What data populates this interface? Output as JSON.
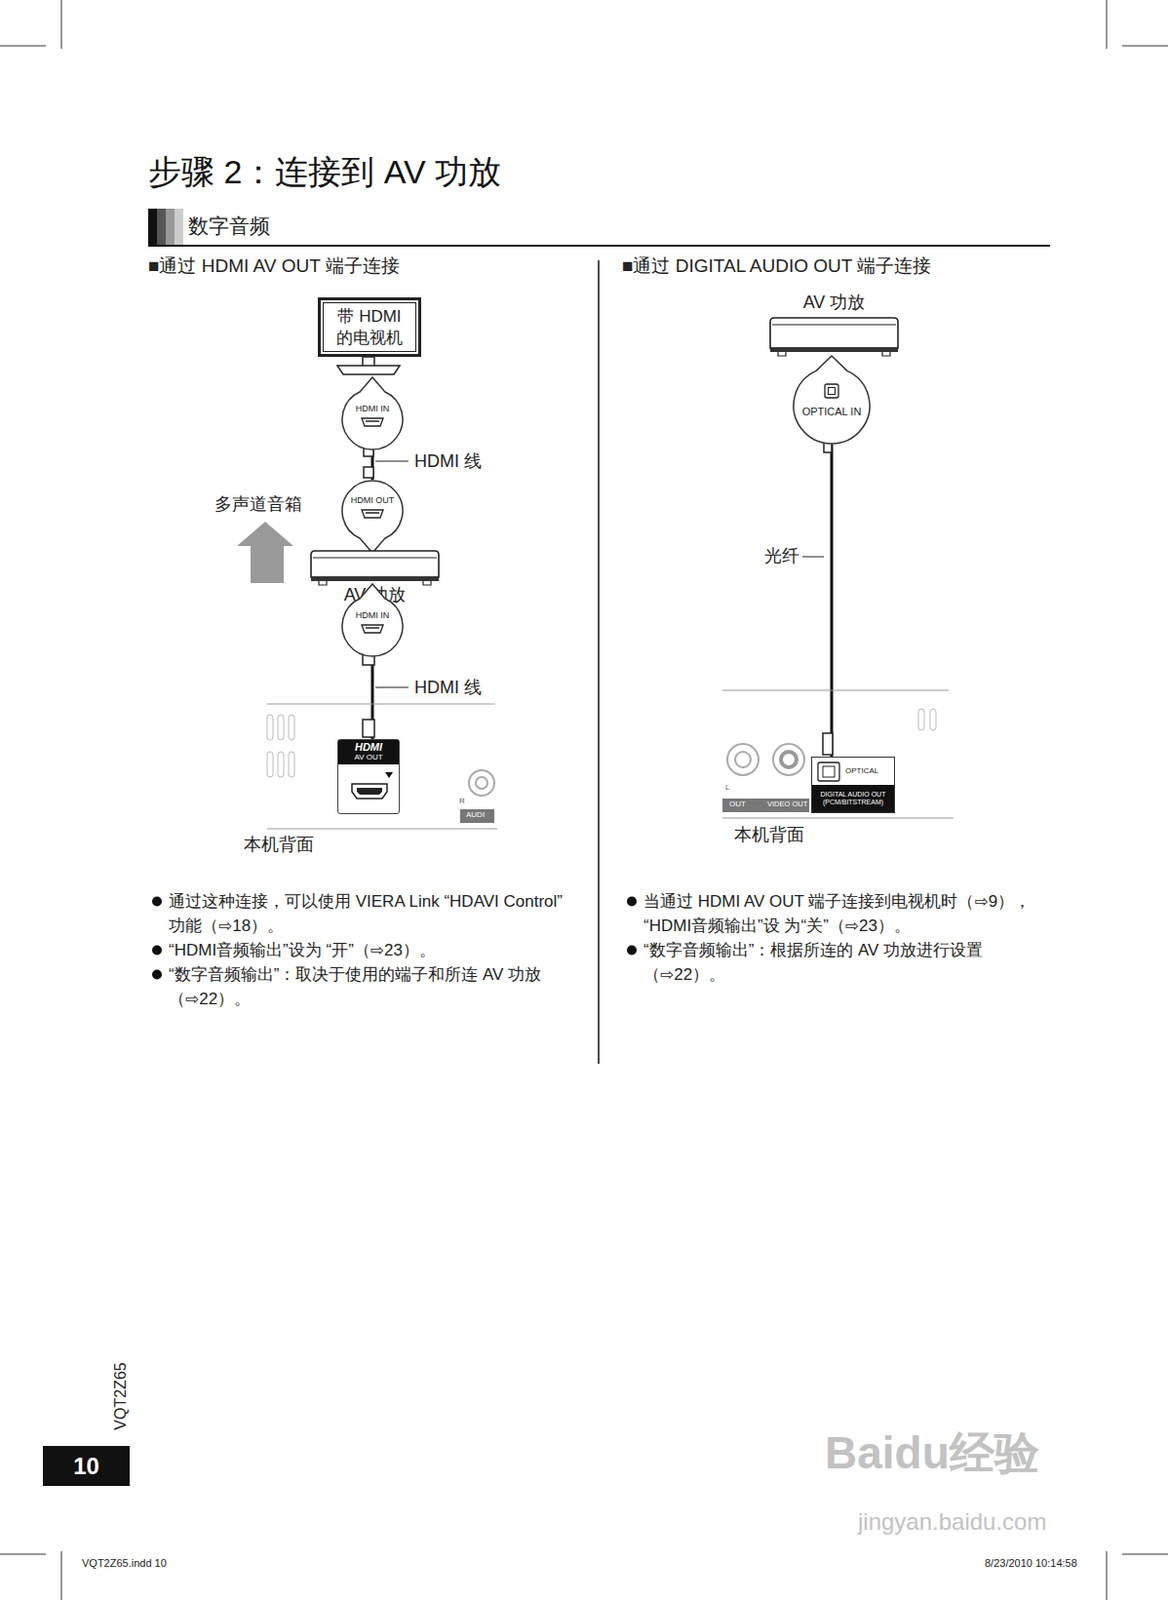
{
  "diagram": {
    "title": "步骤 2：连接到 AV 功放",
    "nodes": [
      {
        "text": [
          "带 HDMI 的电视机"
        ]
      },
      {
        "text": [
          "HDMI IN"
        ]
      },
      {
        "text": [
          "HDMI OUT"
        ]
      },
      {
        "text": [
          "AV 功放"
        ]
      },
      {
        "text": [
          "HDMI IN"
        ]
      },
      {
        "text": [
          "HDMI",
          "AV OUT"
        ]
      },
      {
        "text": [
          "AV 功放"
        ]
      },
      {
        "text": [
          "OPTICAL IN"
        ]
      },
      {
        "text": [
          "OPTICAL",
          "DIGITAL AUDIO OUT (PCM/BITSTREAM)"
        ]
      }
    ],
    "edges": [
      {
        "from": 1,
        "to": 2,
        "label": "HDMI 线",
        "arrow": "none"
      },
      {
        "from": 4,
        "to": 5,
        "label": "HDMI 线",
        "arrow": "none"
      },
      {
        "from": 7,
        "to": 8,
        "label": "光纤",
        "arrow": "none"
      }
    ],
    "labels": [
      "数字音频",
      "■通过 HDMI AV OUT 端子连接",
      "■通过 DIGITAL AUDIO OUT 端子连接",
      "多声道音箱",
      "本机背面",
      "R",
      "AUDI",
      "L",
      "OUT",
      "VIDEO OUT",
      "本机背面",
      "通过这种连接，可以使用 VIERA Link “HDAVI Control”功能（⇨18）。",
      "“HDMI音频输出”设为 “开”（⇨23）。",
      "“数字音频输出”：取决于使用的端子和所连 AV 功放（⇨22）。",
      "当通过 HDMI AV OUT 端子连接到电视机时（⇨9），“HDMI音频输出”设 为“关”（⇨23）。",
      "“数字音频输出”：根据所连的 AV 功放进行设置（⇨22）。",
      "VQT2Z65",
      "10",
      "VQT2Z65.indd 10",
      "8/23/2010 10:14:58",
      "Baidu经验",
      "jingyan.baidu.com"
    ]
  }
}
